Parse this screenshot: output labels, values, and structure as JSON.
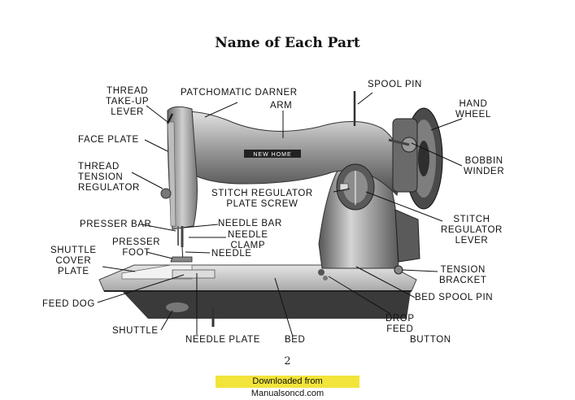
{
  "title": "Name of Each Part",
  "labels": {
    "thread_takeup_lever": [
      "THREAD",
      "TAKE-UP",
      "LEVER"
    ],
    "patchomatic_darner": [
      "PATCHOMATIC DARNER"
    ],
    "arm": [
      "ARM"
    ],
    "spool_pin": [
      "SPOOL PIN"
    ],
    "hand_wheel": [
      "HAND",
      "WHEEL"
    ],
    "face_plate": [
      "FACE PLATE"
    ],
    "bobbin_winder": [
      "BOBBIN",
      "WINDER"
    ],
    "thread_tension_regulator": [
      "THREAD",
      "TENSION",
      "REGULATOR"
    ],
    "stitch_regulator_plate_screw": [
      "STITCH REGULATOR",
      "PLATE SCREW"
    ],
    "stitch_regulator_lever": [
      "STITCH",
      "REGULATOR",
      "LEVER"
    ],
    "presser_bar": [
      "PRESSER BAR"
    ],
    "needle_bar": [
      "NEEDLE BAR"
    ],
    "needle_clamp": [
      "NEEDLE",
      "CLAMP"
    ],
    "presser_foot": [
      "PRESSER",
      "FOOT"
    ],
    "needle": [
      "NEEDLE"
    ],
    "shuttle_cover_plate": [
      "SHUTTLE",
      "COVER",
      "PLATE"
    ],
    "tension_bracket": [
      "TENSION",
      "BRACKET"
    ],
    "bed_spool_pin": [
      "BED SPOOL PIN"
    ],
    "feed_dog": [
      "FEED DOG"
    ],
    "drop_feed_button": [
      "DROP",
      "FEED",
      "BUTTON"
    ],
    "shuttle": [
      "SHUTTLE"
    ],
    "needle_plate": [
      "NEEDLE PLATE"
    ],
    "bed": [
      "BED"
    ]
  },
  "brand": "NEW HOME",
  "page_number": "2",
  "footer": "Downloaded from Manualsoncd.com"
}
